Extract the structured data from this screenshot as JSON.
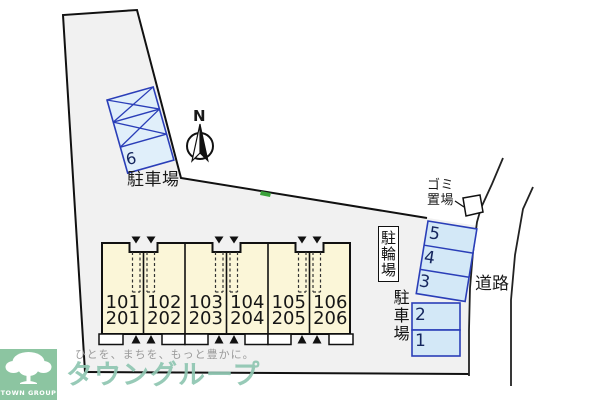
{
  "plan": {
    "north": "N",
    "road": "道路",
    "garbage": "ゴミ\n置場",
    "bike_parking": "駐輪場",
    "parking_label_top": "駐車場",
    "parking_label_side": "駐車場",
    "space_top": "6",
    "spaces_side": [
      "5",
      "4",
      "3",
      "2",
      "1"
    ],
    "units": [
      {
        "line1": "101",
        "line2": "201"
      },
      {
        "line1": "102",
        "line2": "202"
      },
      {
        "line1": "103",
        "line2": "203"
      },
      {
        "line1": "104",
        "line2": "204"
      },
      {
        "line1": "105",
        "line2": "205"
      },
      {
        "line1": "106",
        "line2": "206"
      }
    ]
  },
  "branding": {
    "logo_text": "TOWN GROUP",
    "tagline": "ひとを、まちを、もっと豊かに。",
    "company": "タウングループ"
  },
  "colors": {
    "site_fill": "#f1f1f1",
    "line": "#1a1a1a",
    "parking_fill": "#d3e8f7",
    "parking_fill_light": "#e0effa",
    "parking_stroke": "#2a3eb8",
    "building_fill": "#fbf6d8",
    "logo_green": "#8cc5a1",
    "company_green": "#8fc6b1",
    "marker_green": "#3aa23a"
  }
}
